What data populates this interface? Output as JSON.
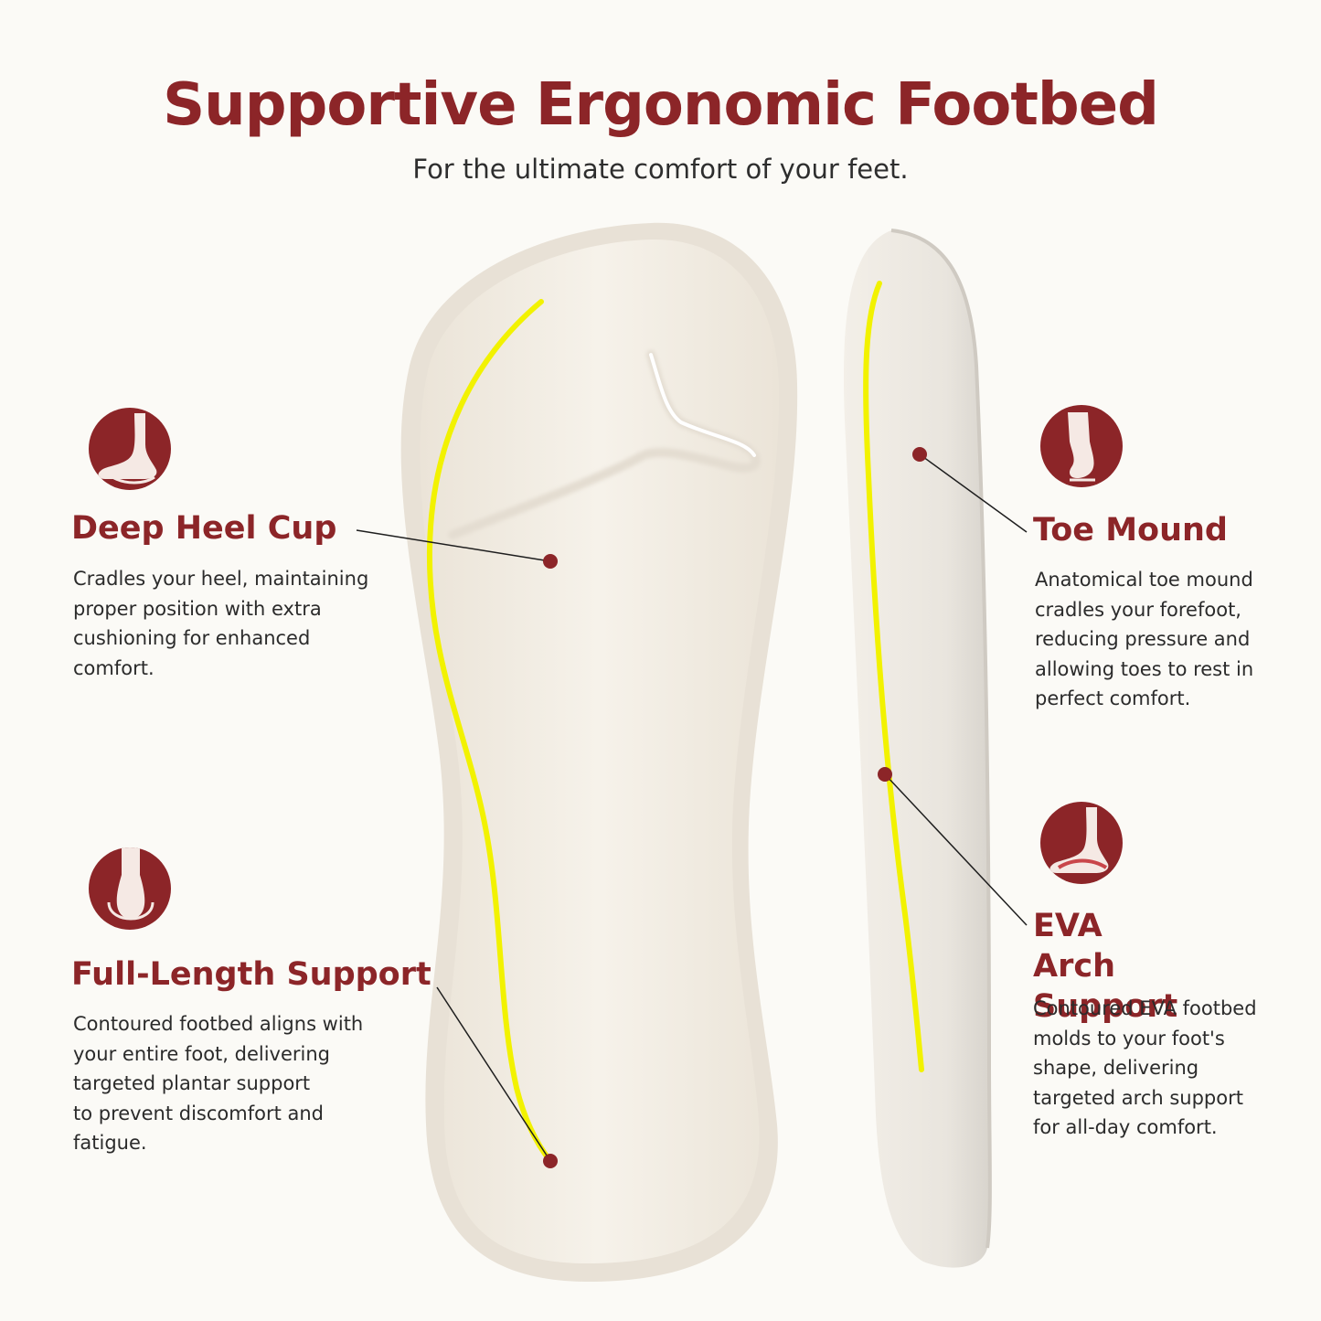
{
  "header": {
    "title": "Supportive Ergonomic Footbed",
    "subtitle": "For the ultimate comfort of your feet."
  },
  "features": {
    "heel": {
      "icon": "heel-foot-icon",
      "title": "Deep Heel Cup",
      "text": "Cradles your heel, maintaining\nproper position with extra\ncushioning for enhanced\ncomfort."
    },
    "full": {
      "icon": "heel-back-icon",
      "title": "Full-Length Support",
      "text": "Contoured footbed aligns with\nyour entire foot, delivering\ntargeted plantar support\nto prevent discomfort and\nfatigue."
    },
    "toe": {
      "icon": "foot-side-icon",
      "title": "Toe Mound",
      "text": "Anatomical toe mound\ncradles your forefoot,\nreducing pressure and\nallowing toes to rest in\nperfect comfort."
    },
    "arch": {
      "icon": "arch-foot-icon",
      "title": "EVA Arch\nSupport",
      "text": "Contoured EVA footbed\nmolds to your foot's\nshape, delivering\ntargeted arch support\nfor all-day comfort."
    }
  },
  "colors": {
    "accent": "#8c2528",
    "background": "#fbfaf6",
    "highlight": "#f2f200",
    "insole": "#f4efe6"
  }
}
